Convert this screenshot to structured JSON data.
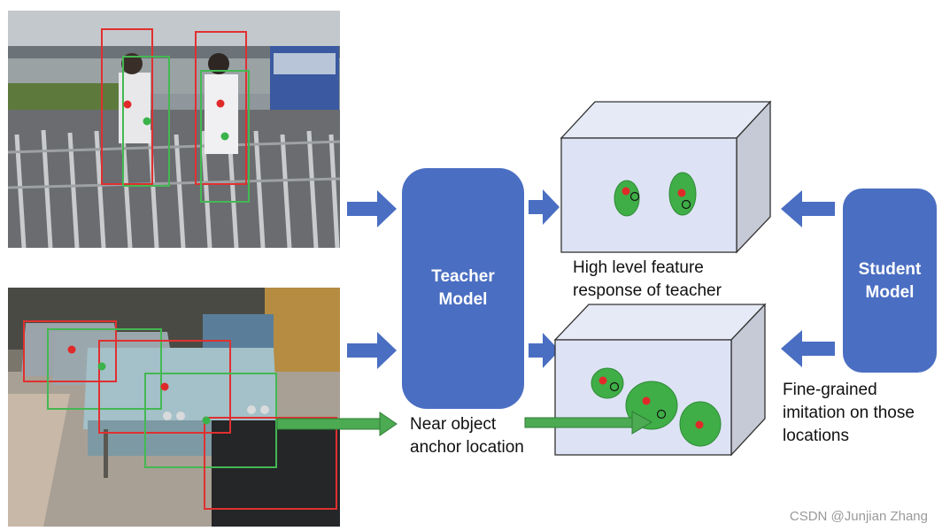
{
  "teacher_model": {
    "line1": "Teacher",
    "line2": "Model"
  },
  "student_model": {
    "line1": "Student",
    "line2": "Model"
  },
  "feature_label": {
    "line1": "High level feature",
    "line2": "response of teacher"
  },
  "anchor_label": {
    "line1": "Near object",
    "line2": "anchor location"
  },
  "imitation_label": {
    "line1": "Fine-grained",
    "line2": "imitation on those",
    "line3": "locations"
  },
  "watermark": "CSDN @Junjian Zhang",
  "colors": {
    "model_box": "#4a6ec2",
    "arrow_blue": "#4a6ec2",
    "arrow_green": "#4caa52",
    "box_red": "#e03030",
    "box_green": "#44b852",
    "blob_green": "#3fae47",
    "cube_front": "#dde3f4",
    "cube_side": "#c6cad6"
  }
}
